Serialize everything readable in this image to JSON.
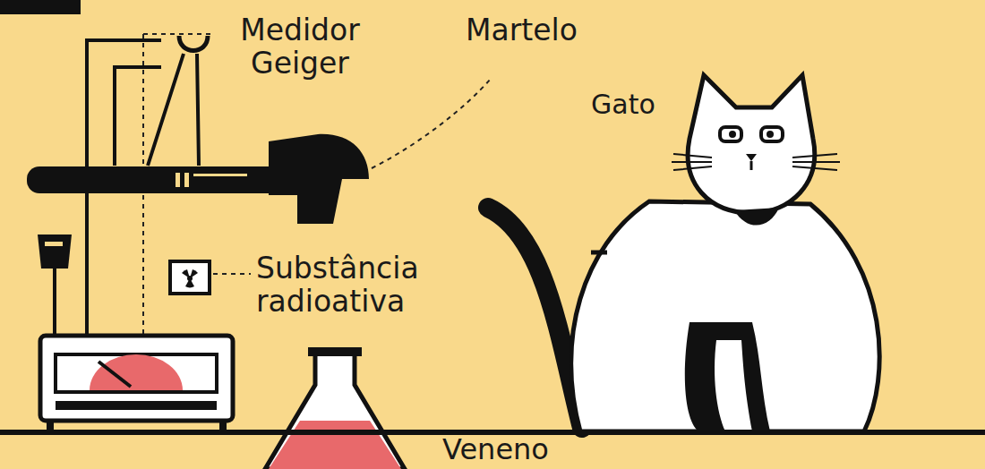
{
  "diagram": {
    "labels": [
      "Medidor Geiger",
      "Martelo",
      "Gato",
      "Substância radioativa",
      "Veneno"
    ]
  }
}
